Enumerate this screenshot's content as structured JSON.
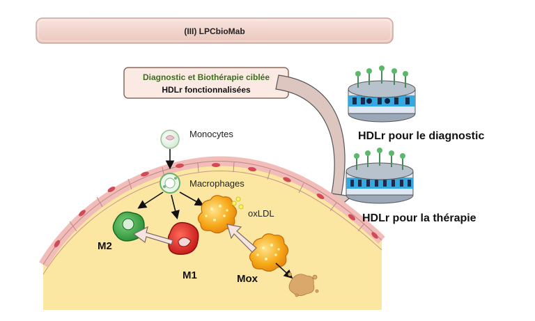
{
  "title": "(III) LPCbioMab",
  "info_box": {
    "line1": "Diagnostic et Biothérapie ciblée",
    "line2": "HDLr fonctionnalisées"
  },
  "labels": {
    "hdlr_diagnostic": "HDLr pour le diagnostic",
    "hdlr_therapie": "HDLr pour la thérapie",
    "monocytes": "Monocytes",
    "macrophages": "Macrophages",
    "oxldl": "oxLDL",
    "m2": "M2",
    "m1": "M1",
    "mox": "Mox"
  },
  "colors": {
    "title_box": "#f2d8d0",
    "info_box": "#fbe9e4",
    "info_line1": "#3c6e1e",
    "vessel_tissue": "#fbe7a1",
    "endothelium": "#f4c8c6",
    "m2_cell": "#2f9a3a",
    "m1_cell": "#d41e1e",
    "mox_cell": "#f2a01a",
    "hdl_band": "#33a9e0"
  }
}
